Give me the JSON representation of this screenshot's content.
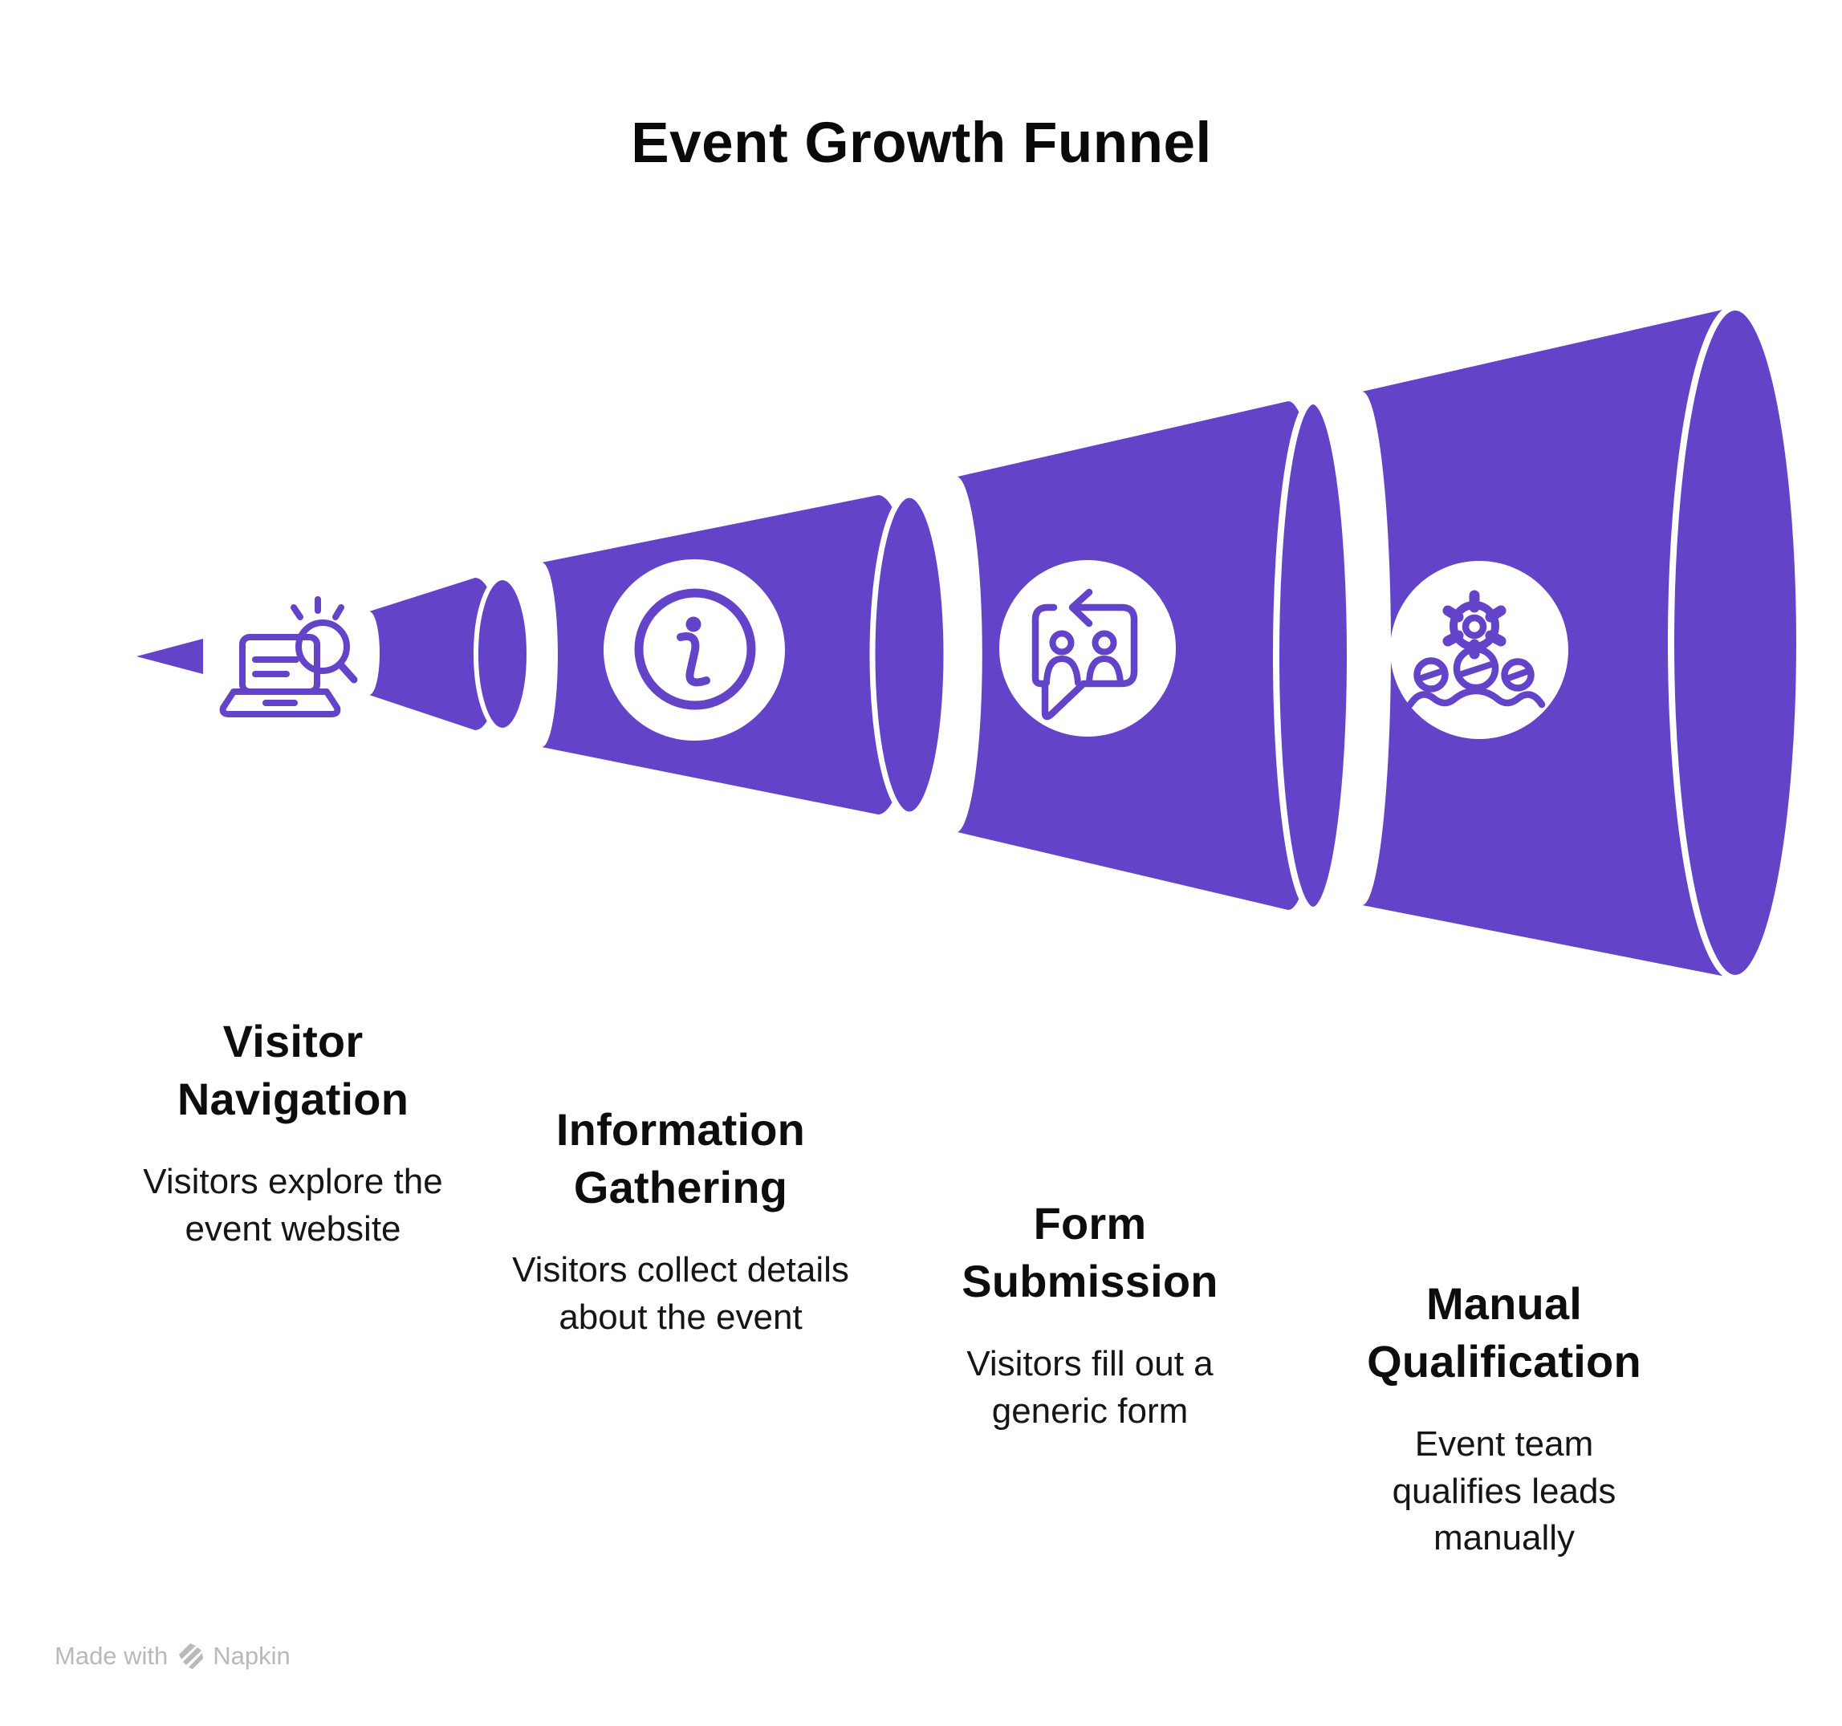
{
  "title": "Event Growth Funnel",
  "colors": {
    "funnel_purple": "#6344C9",
    "background": "#FFFFFF",
    "heading_text": "#0D0D0D",
    "body_text": "#151515",
    "footer_gray": "#B9B9B9"
  },
  "funnel": {
    "direction": "expands from left tip to right mouth",
    "stage_count": 4
  },
  "stages": [
    {
      "icon": "laptop-search-icon",
      "heading": "Visitor Navigation",
      "description": "Visitors explore the event website"
    },
    {
      "icon": "info-icon",
      "heading": "Information Gathering",
      "description": "Visitors collect details about the event"
    },
    {
      "icon": "chat-people-icon",
      "heading": "Form Submission",
      "description": "Visitors fill out a generic form"
    },
    {
      "icon": "gear-team-icon",
      "heading": "Manual Qualification",
      "description": "Event team qualifies leads manually"
    }
  ],
  "footer": {
    "made_with": "Made with",
    "brand": "Napkin",
    "logo": "napkin-logo-icon"
  }
}
